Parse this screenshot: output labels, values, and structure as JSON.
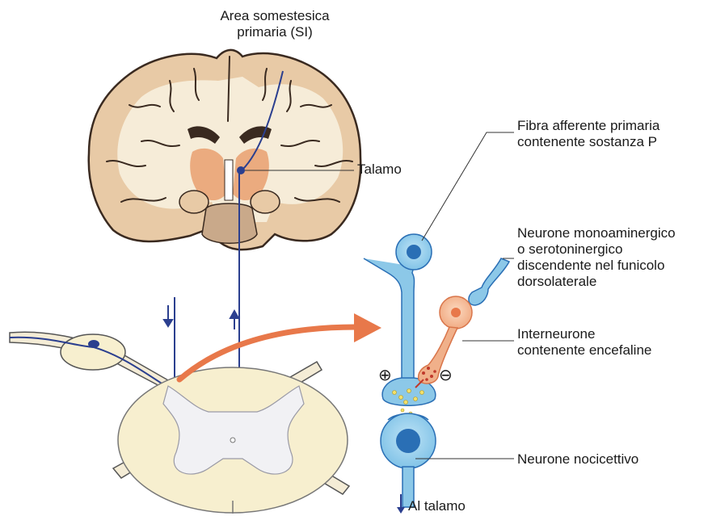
{
  "labels": {
    "area_somestesica": "Area somestesica\nprimaria (SI)",
    "talamo": "Talamo",
    "fibra_afferente": "Fibra afferente primaria\ncontenente sostanza P",
    "neurone_monoaminergico": "Neurone monoaminergico\no serotoninergico\ndiscendente nel funicolo\ndorsolaterale",
    "interneurone": "Interneurone\ncontenente encefaline",
    "neurone_nocicettivo": "Neurone nocicettivo",
    "al_talamo": "Al talamo"
  },
  "signs": {
    "excitatory": "⊕",
    "inhibitory": "⊖"
  },
  "colors": {
    "brain_white": "#f6ecd8",
    "brain_gray": "#e8caa6",
    "brain_outline": "#3a2a20",
    "thalamus": "#e9a070",
    "brainstem": "#c9a98a",
    "pathway": "#2b3f8f",
    "nociceptive_neuron": "#8cc8e8",
    "nociceptive_nucleus": "#2a6fb5",
    "interneuron": "#f0b08a",
    "arrow_orange": "#e8784a",
    "spinal_gray": "#f1f1f4",
    "spinal_white": "#f7efcf"
  }
}
